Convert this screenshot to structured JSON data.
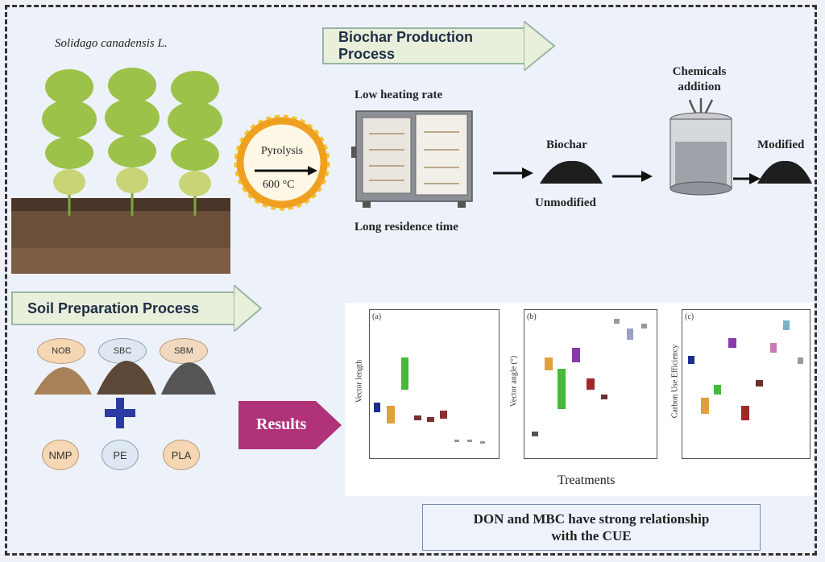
{
  "plant": {
    "name": "Solidago canadensis L."
  },
  "banners": {
    "biochar": "Biochar Production Process",
    "soil": "Soil Preparation Process"
  },
  "pyrolysis": {
    "label": "Pyrolysis",
    "temp": "600 °C"
  },
  "furnace": {
    "top_label": "Low heating rate",
    "bottom_label": "Long residence time"
  },
  "biochar": {
    "top_label": "Biochar",
    "bottom_label": "Unmodified"
  },
  "chemicals": {
    "label": "Chemicals addition"
  },
  "modified": {
    "label": "Modified"
  },
  "soils": [
    "NOB",
    "SBC",
    "SBM"
  ],
  "plastics": [
    "NMP",
    "PE",
    "PLA"
  ],
  "results": {
    "label": "Results"
  },
  "plots": {
    "panel_a": {
      "tag": "(a)",
      "ylabel": "Vector length"
    },
    "panel_b": {
      "tag": "(b)",
      "ylabel": "Vector angle (°)"
    },
    "panel_c": {
      "tag": "(c)",
      "ylabel": "Carbon Use Efficiency"
    },
    "xlabel": "Treatments"
  },
  "conclusion": {
    "line1": "DON and MBC have strong relationship",
    "line2": "with the CUE"
  }
}
